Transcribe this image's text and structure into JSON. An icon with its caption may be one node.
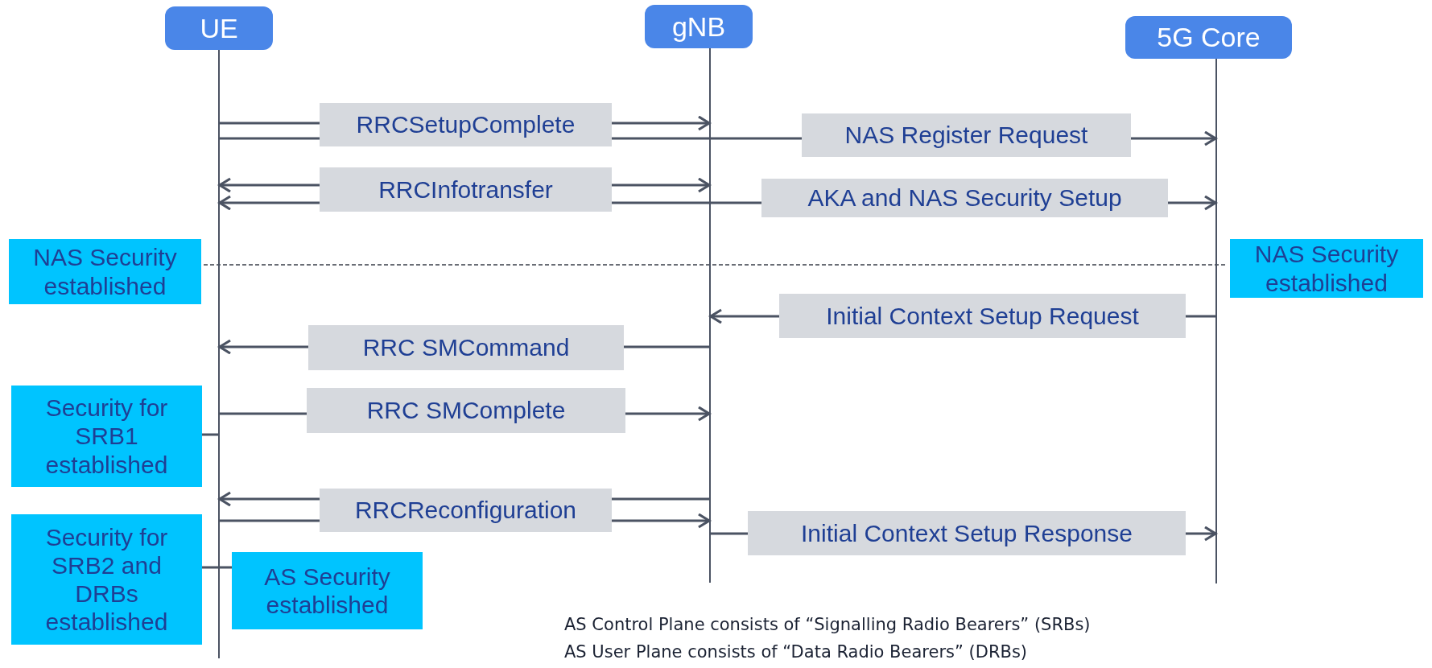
{
  "diagram": {
    "nodes": [
      {
        "text": [
          "UE"
        ]
      },
      {
        "text": [
          "gNB"
        ]
      },
      {
        "text": [
          "5G Core"
        ]
      },
      {
        "text": [],
        "shape": "bar"
      },
      {
        "text": [],
        "shape": "bar"
      },
      {
        "text": [],
        "shape": "bar"
      },
      {
        "text": [
          "NAS Security established"
        ]
      },
      {
        "text": [
          "NAS Security established"
        ]
      },
      {
        "text": [
          "Security for SRB1 established"
        ]
      },
      {
        "text": [
          "Security for SRB2 and DRBs established"
        ]
      },
      {
        "text": [
          "AS Security established"
        ]
      }
    ],
    "edges": [
      {
        "from": 3,
        "to": 4,
        "arrow": "to",
        "label": "RRCSetupComplete"
      },
      {
        "from": 3,
        "to": 5,
        "arrow": "to",
        "label": "NAS Register Request"
      },
      {
        "from": 3,
        "to": 4,
        "arrow": "both",
        "label": "RRCInfotransfer"
      },
      {
        "from": 3,
        "to": 5,
        "arrow": "both",
        "label": "AKA and NAS Security Setup"
      },
      {
        "from": 5,
        "to": 4,
        "arrow": "to",
        "label": "Initial Context Setup Request"
      },
      {
        "from": 4,
        "to": 3,
        "arrow": "to",
        "label": "RRC SMCommand"
      },
      {
        "from": 3,
        "to": 4,
        "arrow": "to",
        "label": "RRC SMComplete"
      },
      {
        "from": 4,
        "to": 3,
        "arrow": "to",
        "label": "RRCReconfiguration"
      },
      {
        "from": 3,
        "to": 4,
        "arrow": "to"
      },
      {
        "from": 4,
        "to": 5,
        "arrow": "to",
        "label": "Initial Context Setup Response"
      },
      {
        "from": 8,
        "to": 3,
        "arrow": "none"
      },
      {
        "from": 9,
        "to": 10,
        "arrow": "none"
      }
    ],
    "labels": [
      "AS Control Plane consists of “Signalling Radio Bearers” (SRBs)",
      "AS User Plane consists of “Data Radio Bearers” (DRBs)"
    ]
  }
}
